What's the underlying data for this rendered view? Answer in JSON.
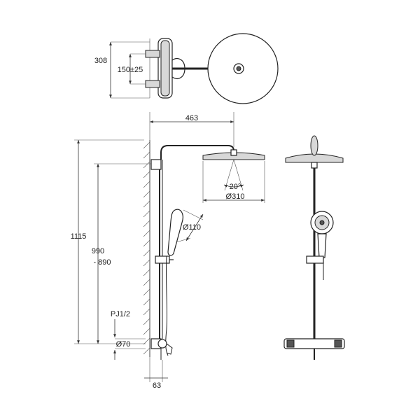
{
  "dimensions": {
    "top_height": "308",
    "valve_spacing": "150±25",
    "arm_length": "463",
    "head_angle": "20°",
    "head_diameter": "Ø310",
    "hand_shower_diameter": "Ø110",
    "total_height": "1115",
    "adjust_range_top": "990",
    "adjust_range_bottom": "- 890",
    "connection_thread": "PJ1/2",
    "connection_diameter": "Ø70",
    "wall_offset": "63"
  }
}
